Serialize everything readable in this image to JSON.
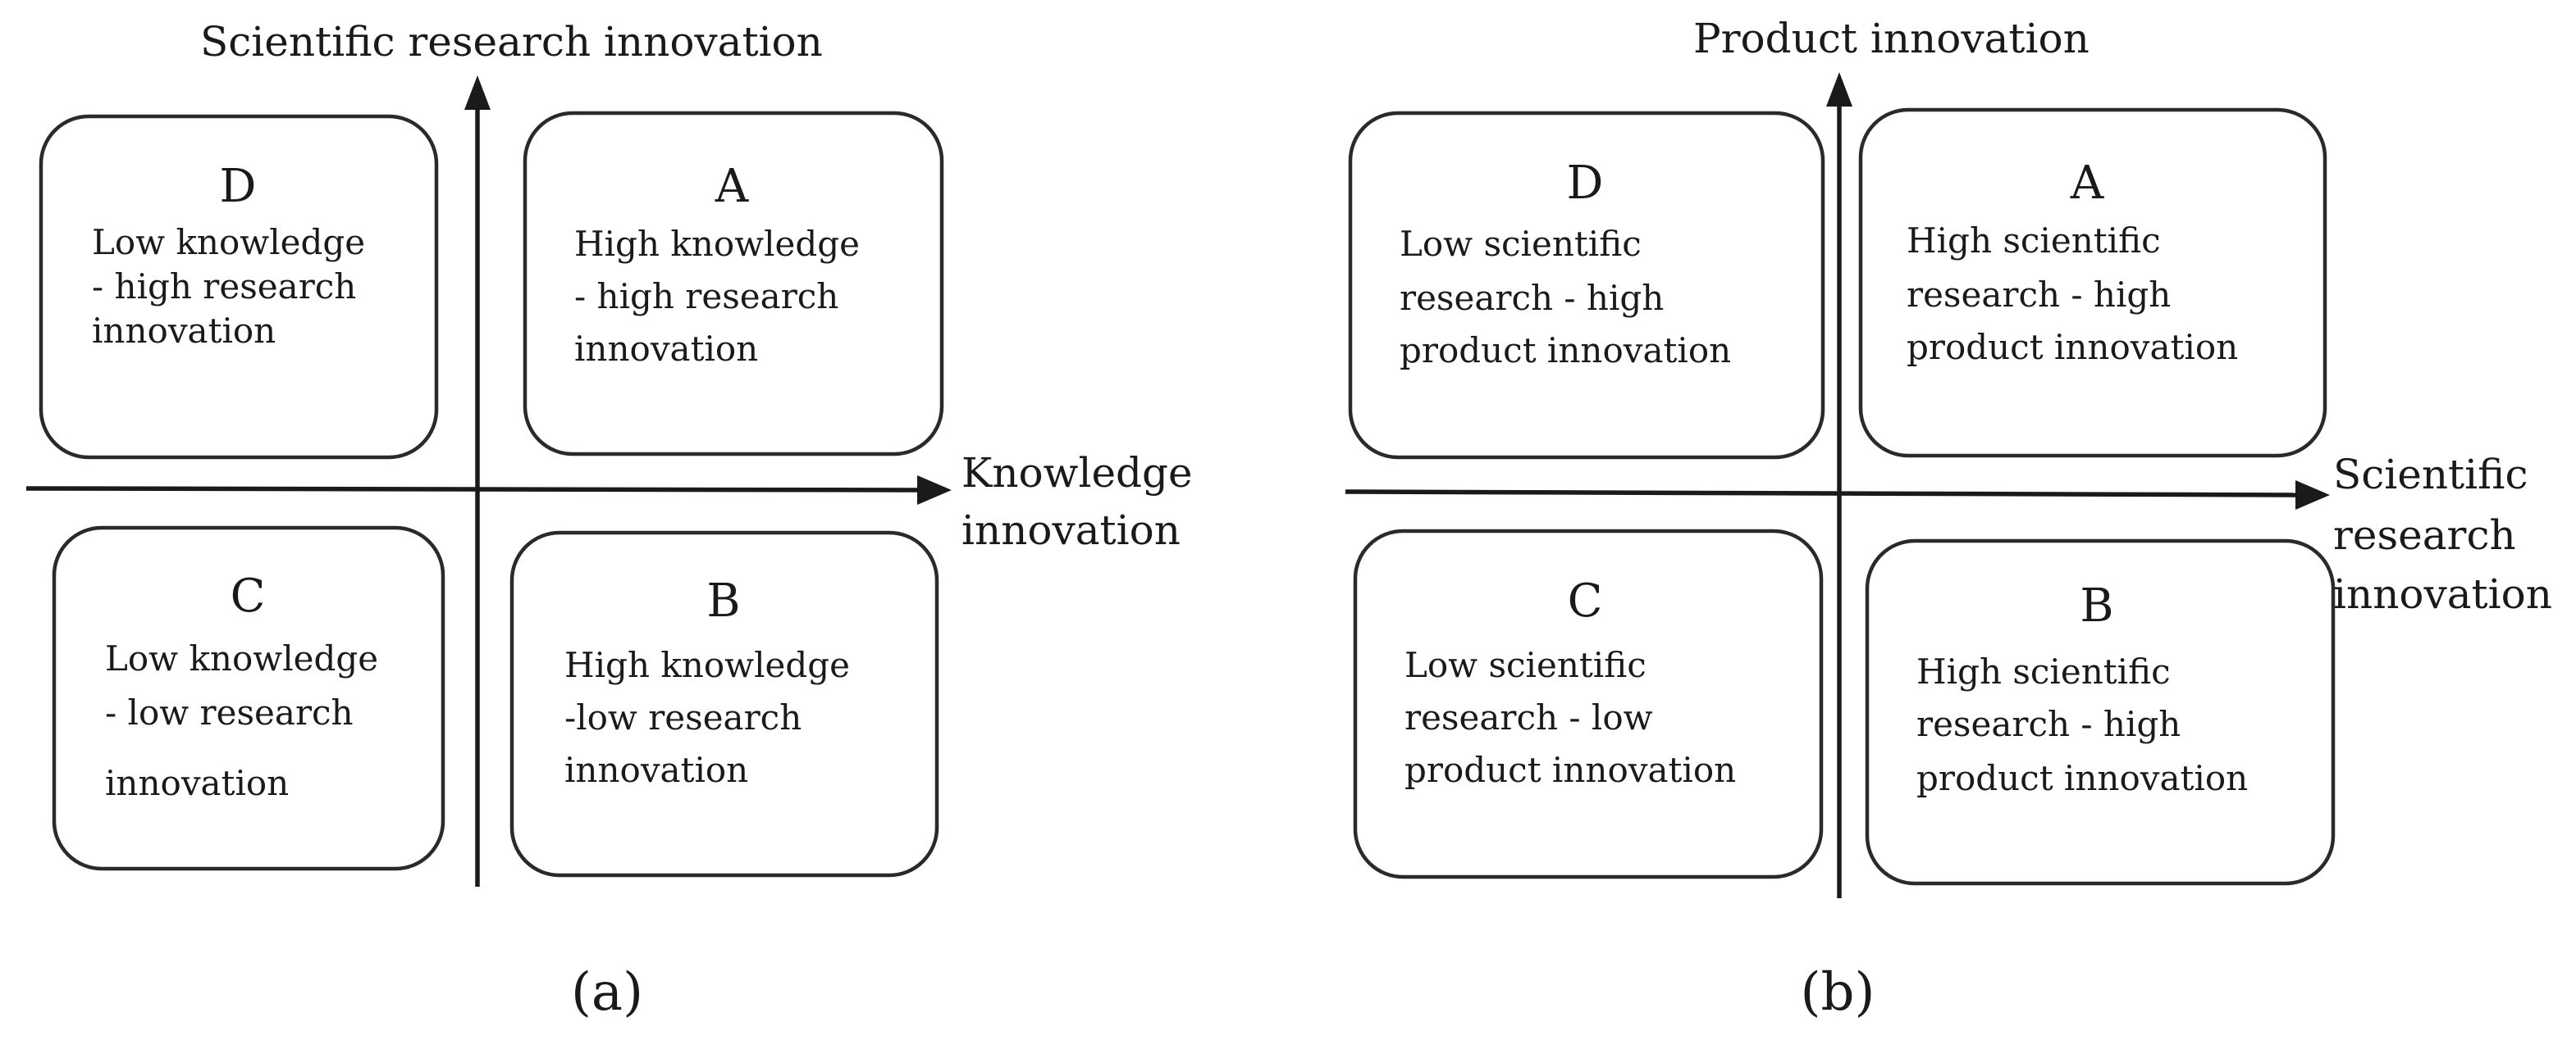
{
  "panels": [
    {
      "id": "a",
      "caption": "(a)",
      "y_axis_label": [
        "Scientific research innovation"
      ],
      "x_axis_label": [
        "Knowledge",
        "innovation"
      ],
      "quadrants": [
        {
          "letter": "D",
          "lines": [
            "Low knowledge",
            "- high research",
            "innovation"
          ]
        },
        {
          "letter": "A",
          "lines": [
            "High knowledge",
            "- high research",
            "innovation"
          ]
        },
        {
          "letter": "C",
          "lines": [
            "Low knowledge",
            "- low research",
            "innovation"
          ]
        },
        {
          "letter": "B",
          "lines": [
            "High knowledge",
            "-low research",
            "innovation"
          ]
        }
      ]
    },
    {
      "id": "b",
      "caption": "(b)",
      "y_axis_label": [
        "Product innovation"
      ],
      "x_axis_label": [
        "Scientific",
        "research",
        "innovation"
      ],
      "quadrants": [
        {
          "letter": "D",
          "lines": [
            "Low scientific",
            "research - high",
            "product innovation"
          ]
        },
        {
          "letter": "A",
          "lines": [
            "High scientific",
            "research - high",
            "product innovation"
          ]
        },
        {
          "letter": "C",
          "lines": [
            "Low scientific",
            "research - low",
            "product innovation"
          ]
        },
        {
          "letter": "B",
          "lines": [
            "High scientific",
            "research - high",
            "product innovation"
          ]
        }
      ]
    }
  ]
}
